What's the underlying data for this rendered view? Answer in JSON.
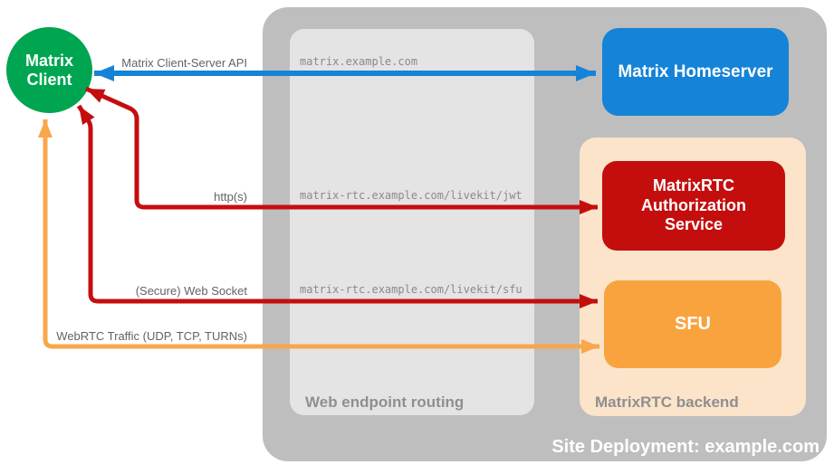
{
  "canvas": {
    "background": "#FFFFFF"
  },
  "client_node": {
    "label": "Matrix Client",
    "color": "#00A551"
  },
  "nodes": {
    "homeserver": {
      "label": "Matrix Homeserver",
      "color": "#1583D7"
    },
    "auth_service": {
      "label": "MatrixRTC Authorization Service",
      "color": "#C40E0E"
    },
    "sfu": {
      "label": "SFU",
      "color": "#F9A33F"
    }
  },
  "groups": {
    "site_deployment": {
      "label": "Site Deployment: example.com",
      "color": "#BEBEBE"
    },
    "web_endpoint_routing": {
      "label": "Web endpoint routing",
      "color": "#E4E4E4"
    },
    "matrixrtc_backend": {
      "label": "MatrixRTC backend",
      "color": "#FBE4CA"
    }
  },
  "connections": [
    {
      "label": "Matrix Client-Server API",
      "route": "matrix.example.com",
      "color": "#1583D7",
      "from": "Matrix Client",
      "to": "Matrix Homeserver",
      "style": "bidirectional"
    },
    {
      "label": "http(s)",
      "route": "matrix-rtc.example.com/livekit/jwt",
      "color": "#C40E0E",
      "from": "Matrix Client",
      "to": "MatrixRTC Authorization Service",
      "style": "bidirectional"
    },
    {
      "label": "(Secure) Web Socket",
      "route": "matrix-rtc.example.com/livekit/sfu",
      "color": "#C40E0E",
      "from": "Matrix Client",
      "to": "SFU",
      "style": "bidirectional"
    },
    {
      "label": "WebRTC Traffic (UDP, TCP, TURNs)",
      "route": "",
      "color": "#F8A74A",
      "from": "Matrix Client",
      "to": "SFU",
      "style": "bidirectional"
    }
  ]
}
